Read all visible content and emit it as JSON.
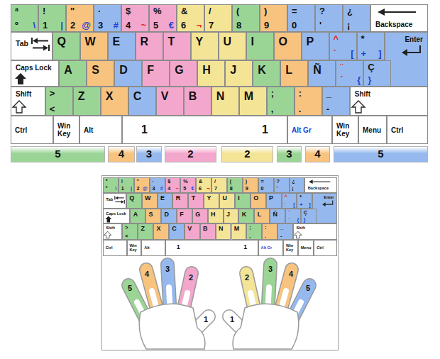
{
  "diagram": {
    "nodes": [
      {
        "text": [
          "ª",
          "º",
          "\\"
        ]
      },
      {
        "text": [
          "!",
          "1",
          "|"
        ]
      },
      {
        "text": [
          "\"",
          "2",
          "@"
        ]
      },
      {
        "text": [
          "·",
          "3",
          "#"
        ]
      },
      {
        "text": [
          "$",
          "4",
          "~"
        ]
      },
      {
        "text": [
          "%",
          "5",
          "€"
        ]
      },
      {
        "text": [
          "&",
          "6",
          "¬"
        ]
      },
      {
        "text": [
          "/",
          "7"
        ]
      },
      {
        "text": [
          "(",
          "8"
        ]
      },
      {
        "text": [
          ")",
          "9"
        ]
      },
      {
        "text": [
          "=",
          "0"
        ]
      },
      {
        "text": [
          "?",
          "'"
        ]
      },
      {
        "text": [
          "¿",
          "¡"
        ]
      },
      {
        "text": [
          "Backspace"
        ]
      },
      {
        "text": [
          "Tab"
        ]
      },
      {
        "text": [
          "Q"
        ]
      },
      {
        "text": [
          "W"
        ]
      },
      {
        "text": [
          "E"
        ]
      },
      {
        "text": [
          "R"
        ]
      },
      {
        "text": [
          "T"
        ]
      },
      {
        "text": [
          "Y"
        ]
      },
      {
        "text": [
          "U"
        ]
      },
      {
        "text": [
          "I"
        ]
      },
      {
        "text": [
          "O"
        ]
      },
      {
        "text": [
          "P"
        ]
      },
      {
        "text": [
          "^",
          "`",
          "["
        ]
      },
      {
        "text": [
          "*",
          "+",
          "]"
        ]
      },
      {
        "text": [
          "Enter"
        ]
      },
      {
        "text": [
          "Caps Lock"
        ]
      },
      {
        "text": [
          "A"
        ]
      },
      {
        "text": [
          "S"
        ]
      },
      {
        "text": [
          "D"
        ]
      },
      {
        "text": [
          "F"
        ]
      },
      {
        "text": [
          "G"
        ]
      },
      {
        "text": [
          "H"
        ]
      },
      {
        "text": [
          "J"
        ]
      },
      {
        "text": [
          "K"
        ]
      },
      {
        "text": [
          "L"
        ]
      },
      {
        "text": [
          "Ñ"
        ]
      },
      {
        "text": [
          "¨",
          "´",
          "{"
        ]
      },
      {
        "text": [
          "Ç",
          "}"
        ]
      },
      {
        "text": [
          "Shift"
        ]
      },
      {
        "text": [
          ">",
          "<"
        ]
      },
      {
        "text": [
          "Z"
        ]
      },
      {
        "text": [
          "X"
        ]
      },
      {
        "text": [
          "C"
        ]
      },
      {
        "text": [
          "V"
        ]
      },
      {
        "text": [
          "B"
        ]
      },
      {
        "text": [
          "N"
        ]
      },
      {
        "text": [
          "M"
        ]
      },
      {
        "text": [
          ";",
          ","
        ]
      },
      {
        "text": [
          ":",
          "."
        ]
      },
      {
        "text": [
          "_",
          "-"
        ]
      },
      {
        "text": [
          "Shift"
        ]
      },
      {
        "text": [
          "Ctrl"
        ]
      },
      {
        "text": [
          "Win Key"
        ]
      },
      {
        "text": [
          "Alt"
        ]
      },
      {
        "text": [
          "1",
          "1"
        ]
      },
      {
        "text": [
          "Alt Gr"
        ]
      },
      {
        "text": [
          "Win Key"
        ]
      },
      {
        "text": [
          "Menu"
        ]
      },
      {
        "text": [
          "Ctrl"
        ]
      },
      {
        "text": [
          "5"
        ]
      },
      {
        "text": [
          "4"
        ]
      },
      {
        "text": [
          "3"
        ]
      },
      {
        "text": [
          "2"
        ]
      },
      {
        "text": [
          "2"
        ]
      },
      {
        "text": [
          "3"
        ]
      },
      {
        "text": [
          "4"
        ]
      },
      {
        "text": [
          "5"
        ]
      },
      {
        "text": [
          "ª",
          "º",
          "\\"
        ]
      },
      {
        "text": [
          "!",
          "1",
          "|"
        ]
      },
      {
        "text": [
          "\"",
          "2",
          "@"
        ]
      },
      {
        "text": [
          "·",
          "3",
          "#"
        ]
      },
      {
        "text": [
          "$",
          "4",
          "~"
        ]
      },
      {
        "text": [
          "%",
          "5",
          "€"
        ]
      },
      {
        "text": [
          "&",
          "6",
          "¬"
        ]
      },
      {
        "text": [
          "/",
          "7"
        ]
      },
      {
        "text": [
          "(",
          "8"
        ]
      },
      {
        "text": [
          ")",
          "9"
        ]
      },
      {
        "text": [
          "=",
          "0"
        ]
      },
      {
        "text": [
          "?",
          "'"
        ]
      },
      {
        "text": [
          "¿",
          "¡"
        ]
      },
      {
        "text": [
          "Backspace"
        ]
      },
      {
        "text": [
          "Tab"
        ]
      },
      {
        "text": [
          "Q"
        ]
      },
      {
        "text": [
          "W"
        ]
      },
      {
        "text": [
          "E"
        ]
      },
      {
        "text": [
          "R"
        ]
      },
      {
        "text": [
          "T"
        ]
      },
      {
        "text": [
          "Y"
        ]
      },
      {
        "text": [
          "U"
        ]
      },
      {
        "text": [
          "I"
        ]
      },
      {
        "text": [
          "O"
        ]
      },
      {
        "text": [
          "P"
        ]
      },
      {
        "text": [
          "^",
          "`",
          "["
        ]
      },
      {
        "text": [
          "*",
          "+",
          "]"
        ]
      },
      {
        "text": [
          "Enter"
        ]
      },
      {
        "text": [
          "Caps Lock"
        ]
      },
      {
        "text": [
          "A"
        ]
      },
      {
        "text": [
          "S"
        ]
      },
      {
        "text": [
          "D"
        ]
      },
      {
        "text": [
          "F"
        ]
      },
      {
        "text": [
          "G"
        ]
      },
      {
        "text": [
          "H"
        ]
      },
      {
        "text": [
          "J"
        ]
      },
      {
        "text": [
          "K"
        ]
      },
      {
        "text": [
          "L"
        ]
      },
      {
        "text": [
          "Ñ"
        ]
      },
      {
        "text": [
          "¨",
          "´",
          "{"
        ]
      },
      {
        "text": [
          "Ç",
          "}"
        ]
      },
      {
        "text": [
          "Shift"
        ]
      },
      {
        "text": [
          ">",
          "<"
        ]
      },
      {
        "text": [
          "Z"
        ]
      },
      {
        "text": [
          "X"
        ]
      },
      {
        "text": [
          "C"
        ]
      },
      {
        "text": [
          "V"
        ]
      },
      {
        "text": [
          "B"
        ]
      },
      {
        "text": [
          "N"
        ]
      },
      {
        "text": [
          "M"
        ]
      },
      {
        "text": [
          ";",
          ","
        ]
      },
      {
        "text": [
          ":",
          "."
        ]
      },
      {
        "text": [
          "_",
          "-"
        ]
      },
      {
        "text": [
          "Shift"
        ]
      },
      {
        "text": [
          "Ctrl"
        ]
      },
      {
        "text": [
          "Win Key"
        ]
      },
      {
        "text": [
          "Alt"
        ]
      },
      {
        "text": [
          "1",
          "1"
        ]
      },
      {
        "text": [
          "Alt Gr"
        ]
      },
      {
        "text": [
          "Win Key"
        ]
      },
      {
        "text": [
          "Menu"
        ]
      },
      {
        "text": [
          "Ctrl"
        ]
      }
    ],
    "labels": [
      "5",
      "4",
      "3",
      "2",
      "1",
      "1",
      "2",
      "3",
      "4",
      "5"
    ]
  }
}
